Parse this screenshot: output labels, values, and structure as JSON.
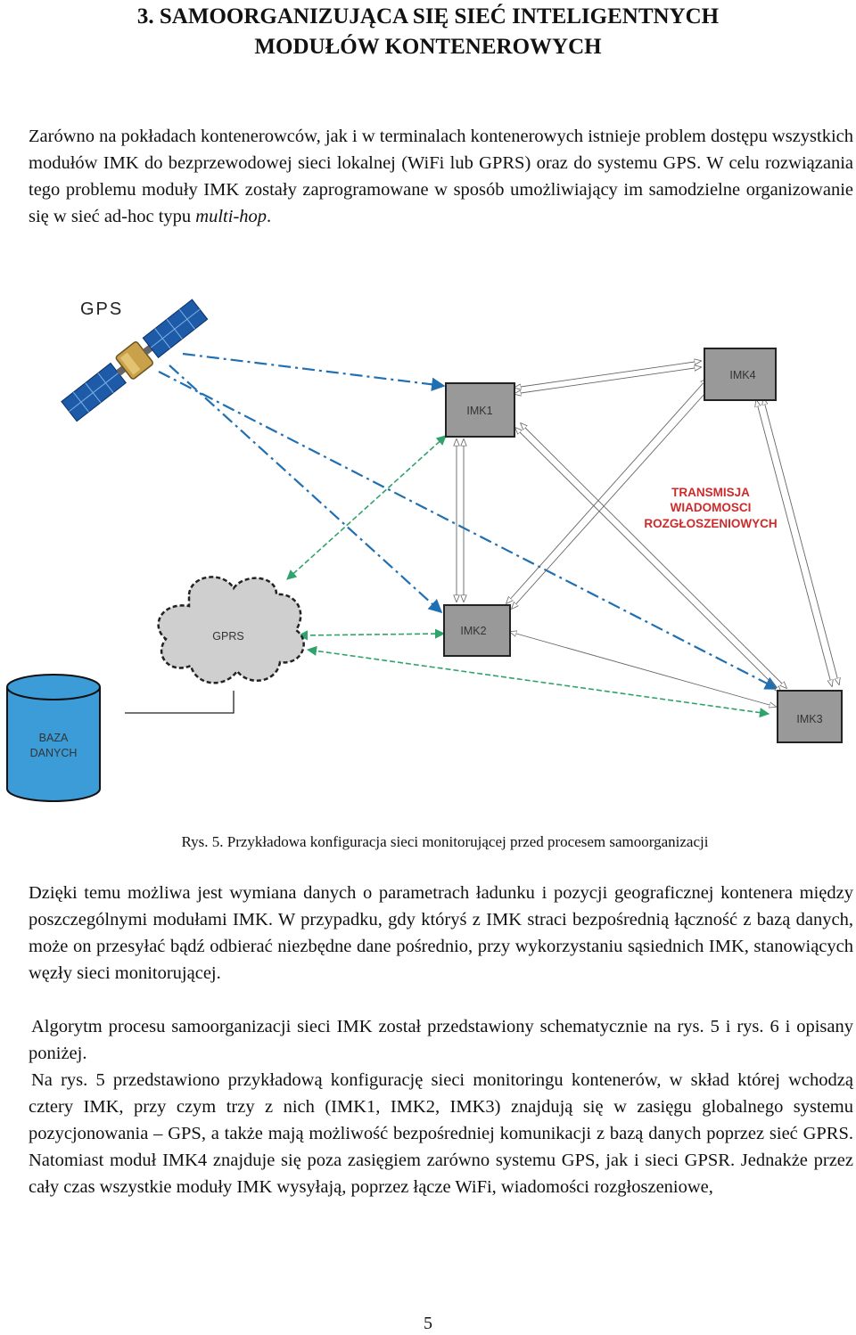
{
  "heading": {
    "line1": "3. SAMOORGANIZUJĄCA SIĘ SIEĆ INTELIGENTNYCH",
    "line2": "MODUŁÓW KONTENEROWYCH"
  },
  "intro": {
    "text": "Zarówno na pokładach kontenerowców, jak i w terminalach kontenerowych istnieje problem dostępu wszystkich modułów IMK do bezprzewodowej sieci lokalnej (WiFi lub GPRS) oraz do systemu GPS. W celu rozwiązania tego problemu moduły IMK zostały zaprogramowane w sposób umożliwiający im samodzielne organizowanie się w sieć ad-hoc typu ",
    "italic": "multi-hop",
    "end": "."
  },
  "diagram": {
    "gps_label": "GPS",
    "imk1": "IMK1",
    "imk2": "IMK2",
    "imk3": "IMK3",
    "imk4": "IMK4",
    "gprs": "GPRS",
    "db_line1": "BAZA",
    "db_line2": "DANYCH",
    "tx_line1": "TRANSMISJA",
    "tx_line2": "WIADOMOSCI",
    "tx_line3": "ROZGŁOSZENIOWYCH",
    "colors": {
      "gps_link": "#1f6fb2",
      "gprs_link": "#2fa36b",
      "broadcast_text": "#cc2b2b",
      "node_fill": "#999999",
      "cloud_fill": "#cfcfcf"
    }
  },
  "caption": "Rys. 5. Przykładowa konfiguracja sieci monitorującej przed procesem samoorganizacji",
  "paragraphs": [
    "Dzięki temu możliwa jest wymiana danych o parametrach ładunku i pozycji geograficznej kontenera między poszczególnymi modułami IMK. W przypadku, gdy któryś z IMK straci bezpośrednią łączność z bazą danych, może on przesyłać bądź odbierać niezbędne dane pośrednio, przy wykorzystaniu sąsiednich IMK, stanowiących węzły sieci monitorującej.",
    "Algorytm procesu samoorganizacji sieci IMK został przedstawiony schematycznie na rys. 5 i rys. 6 i opisany poniżej.",
    "Na rys. 5 przedstawiono przykładową konfigurację sieci monitoringu kontenerów, w skład której wchodzą cztery IMK, przy czym trzy z nich (IMK1, IMK2, IMK3) znajdują się w zasięgu globalnego systemu pozycjonowania – GPS, a także mają możliwość bezpośredniej komunikacji z bazą danych poprzez sieć GPRS. Natomiast moduł IMK4 znajduje się poza zasięgiem zarówno systemu GPS, jak i sieci GPSR. Jednakże przez cały czas wszystkie moduły IMK wysyłają, poprzez łącze WiFi, wiadomości rozgłoszeniowe,"
  ],
  "page_number": "5"
}
